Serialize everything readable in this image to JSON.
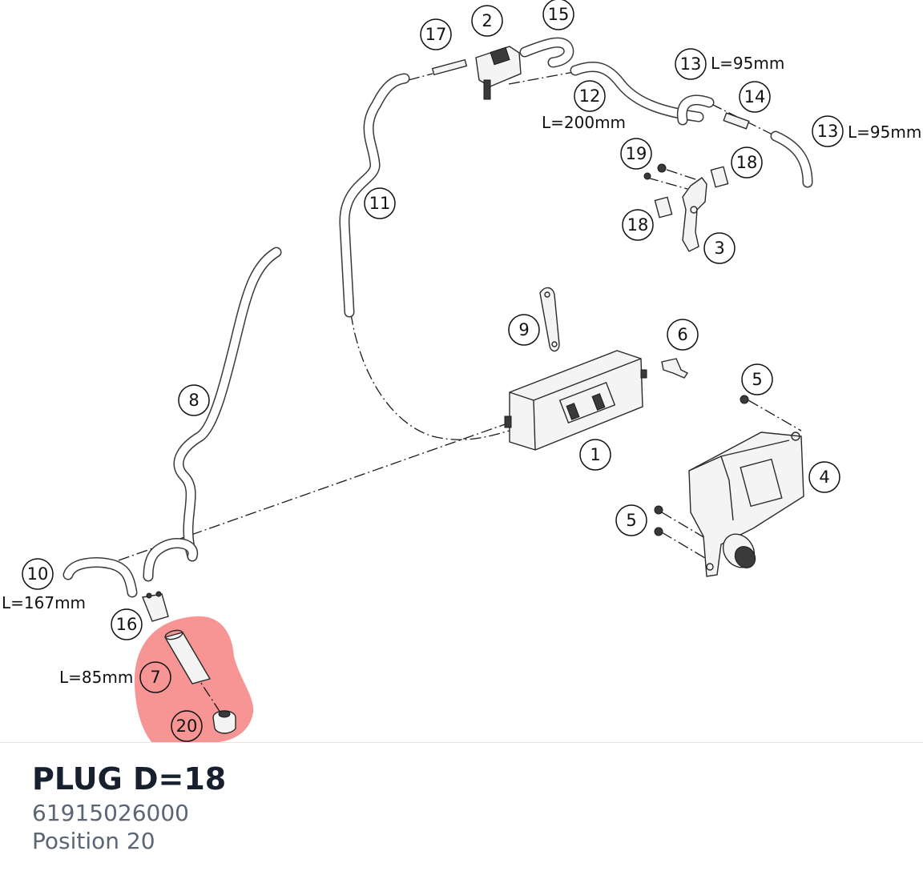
{
  "highlight_color": "#f47070",
  "selected_part": {
    "title": "PLUG D=18",
    "part_number": "61915026000",
    "position": "Position 20"
  },
  "diagram": {
    "callouts": [
      "1",
      "2",
      "3",
      "4",
      "5",
      "5",
      "6",
      "7",
      "8",
      "9",
      "10",
      "11",
      "12",
      "13",
      "13",
      "14",
      "15",
      "16",
      "17",
      "18",
      "18",
      "19",
      "20"
    ],
    "length_labels": {
      "hose_7": "L=85mm",
      "hose_10": "L=167mm",
      "hose_12": "L=200mm",
      "hose_13_upper": "L=95mm",
      "hose_13_right": "L=95mm"
    }
  }
}
